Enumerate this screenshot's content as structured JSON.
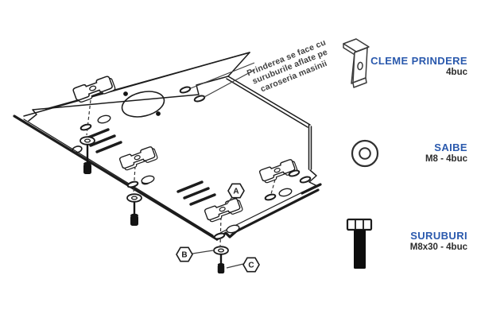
{
  "diagram": {
    "note_lines": [
      "Prinderea se face cu",
      "suruburile aflate pe",
      "caroseria masinii"
    ],
    "callouts": [
      {
        "label": "A"
      },
      {
        "label": "B"
      },
      {
        "label": "C"
      }
    ]
  },
  "legend": {
    "items": [
      {
        "name": "CLEME PRINDERE",
        "spec": "4buc",
        "icon": "clamp-icon"
      },
      {
        "name": "SAIBE",
        "spec": "M8 - 4buc",
        "icon": "washer-icon"
      },
      {
        "name": "SURUBURI",
        "spec": "M8x30 - 4buc",
        "icon": "screw-icon"
      }
    ],
    "name_color": "#2a59ad",
    "spec_color": "#2b2b2b"
  },
  "colors": {
    "line": "#1c1c1c",
    "background": "#ffffff"
  }
}
